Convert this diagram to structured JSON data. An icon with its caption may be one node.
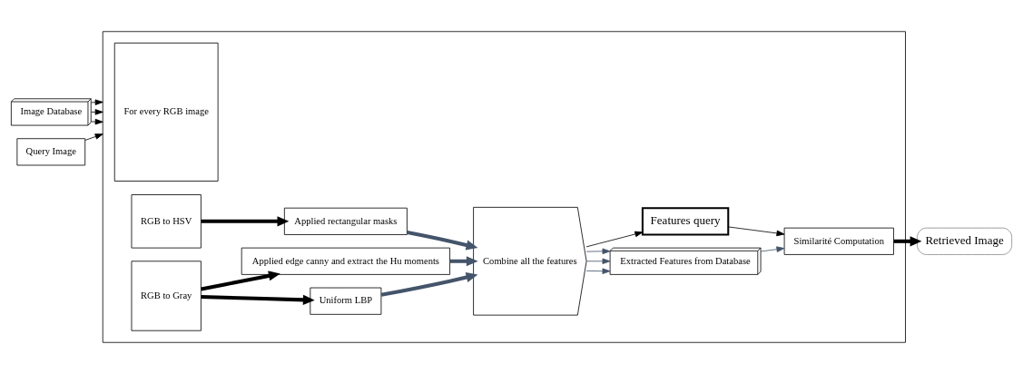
{
  "diagram": {
    "nodes": [
      {
        "text": [
          "Image Database"
        ]
      },
      {
        "text": [
          "Query Image"
        ]
      },
      {
        "text": [],
        "shape": "box"
      },
      {
        "text": [
          "For every RGB image"
        ],
        "in": 2
      },
      {
        "text": [
          "RGB to HSV"
        ],
        "in": 2
      },
      {
        "text": [
          "RGB to Gray"
        ],
        "in": 2
      },
      {
        "text": [
          "Applied rectangular masks"
        ],
        "in": 2
      },
      {
        "text": [
          "Uniform LBP"
        ],
        "in": 2
      },
      {
        "text": [
          "Applied edge canny and extract the Hu moments"
        ],
        "in": 2
      },
      {
        "text": [
          "Combine all the features"
        ],
        "in": 2
      },
      {
        "text": [
          "Extracted Features from Database"
        ],
        "in": 2
      },
      {
        "text": [
          "Similarité Computation"
        ],
        "in": 2
      },
      {
        "text": [
          "Features query"
        ],
        "in": 2
      },
      {
        "text": [
          "Retrieved Image"
        ]
      }
    ],
    "edges": [
      {
        "from": 0,
        "to": 2,
        "arrow": "to"
      },
      {
        "from": 0,
        "to": 2,
        "arrow": "to"
      },
      {
        "from": 0,
        "to": 2,
        "arrow": "to"
      },
      {
        "from": 1,
        "to": 2,
        "arrow": "to"
      },
      {
        "from": 4,
        "to": 6,
        "arrow": "to",
        "style": "thick"
      },
      {
        "from": 5,
        "to": 7,
        "arrow": "to",
        "style": "thick"
      },
      {
        "from": 5,
        "to": 8,
        "arrow": "to",
        "style": "thick"
      },
      {
        "from": 6,
        "to": 9,
        "arrow": "to",
        "style": "thick",
        "color": "#44546a"
      },
      {
        "from": 7,
        "to": 9,
        "arrow": "to",
        "style": "thick",
        "color": "#44546a"
      },
      {
        "from": 8,
        "to": 9,
        "arrow": "to",
        "style": "thick",
        "color": "#44546a"
      },
      {
        "from": 9,
        "to": 10,
        "arrow": "to",
        "color": "#44546a"
      },
      {
        "from": 9,
        "to": 10,
        "arrow": "to",
        "color": "#44546a"
      },
      {
        "from": 9,
        "to": 10,
        "arrow": "to",
        "color": "#44546a"
      },
      {
        "from": 9,
        "to": 12,
        "arrow": "to"
      },
      {
        "from": 10,
        "to": 11,
        "arrow": "to",
        "color": "#44546a"
      },
      {
        "from": 12,
        "to": 11,
        "arrow": "to"
      },
      {
        "from": 11,
        "to": 13,
        "arrow": "to",
        "style": "thick"
      }
    ]
  }
}
